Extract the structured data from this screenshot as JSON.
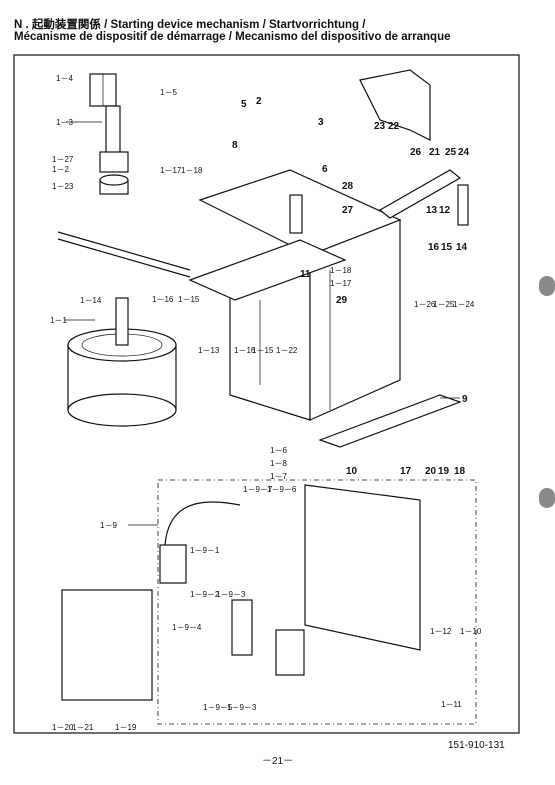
{
  "header": {
    "line1": "N . 起動装置関係 / Starting device mechanism / Startvorrichtung /",
    "line2": "Mécanisme de dispositif de démarrage / Mecanismo del dispositivo de arranque"
  },
  "labels": {
    "l1_4": "1－4",
    "l1_5": "1－5",
    "l1_3": "1－3",
    "l1_27": "1－27",
    "l1_2": "1－2",
    "l1_23": "1－23",
    "l1_17a": "1－17",
    "l1_18a": "1－18",
    "l1_14": "1－14",
    "l1_1": "1－1",
    "l1_16a": "1－16",
    "l1_15a": "1－15",
    "l1_13": "1－13",
    "l1_16b": "1－16",
    "l1_15b": "1－15",
    "l1_22": "1－22",
    "n5": "5",
    "n2": "2",
    "n8": "8",
    "n3": "3",
    "n6": "6",
    "n28": "28",
    "n27": "27",
    "n11": "11",
    "l1_18b": "1－18",
    "l1_17b": "1－17",
    "n29": "29",
    "n23": "23",
    "n22": "22",
    "n26": "26",
    "n21": "21",
    "n25": "25",
    "n24": "24",
    "n13": "13",
    "n12": "12",
    "n16": "16",
    "n15": "15",
    "n14": "14",
    "l1_26": "1－26",
    "l1_25": "1－25",
    "l1_24": "1－24",
    "n9": "9",
    "l1_6": "1－6",
    "l1_8": "1－8",
    "l1_7": "1－7",
    "n10": "10",
    "n17": "17",
    "n20": "20",
    "n19": "19",
    "n18": "18",
    "l1_9_7": "1－9－7",
    "l1_9_6": "1－9－6",
    "l1_9": "1－9",
    "l1_9_1": "1－9－1",
    "l1_9_2": "1－9－2",
    "l1_9_3a": "1－9－3",
    "l1_9_4": "1－9－4",
    "l1_9_5": "1－9－5",
    "l1_9_3b": "1－9－3",
    "l1_12": "1－12",
    "l1_10": "1－10",
    "l1_11": "1－11",
    "l1_20": "1－20",
    "l1_21": "1－21",
    "l1_19": "1－19"
  },
  "footer": {
    "page_number": "－21－",
    "document_number": "151-910-131"
  }
}
